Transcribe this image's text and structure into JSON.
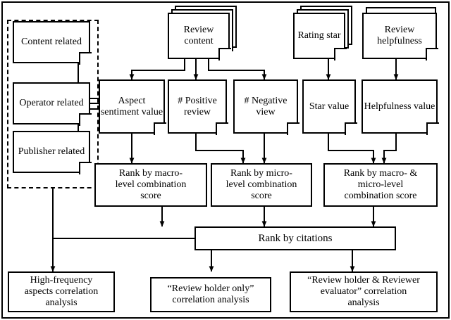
{
  "diagram": {
    "title": "Review analysis framework flowchart",
    "colors": {
      "line": "#000000",
      "fill": "#ffffff"
    },
    "groups": {
      "related_group_label": "dashed-group"
    },
    "sources": [
      {
        "id": "review-content",
        "label": "Review\ncontent",
        "stacked": true
      },
      {
        "id": "rating-star",
        "label": "Rating\nstar",
        "stacked": true
      },
      {
        "id": "review-helpfulness",
        "label": "Review\nhelpfulness",
        "stacked": true
      }
    ],
    "related": [
      {
        "id": "content-related",
        "label": "Content\nrelated"
      },
      {
        "id": "operator-related",
        "label": "Operator\nrelated"
      },
      {
        "id": "publisher-related",
        "label": "Publisher\nrelated"
      }
    ],
    "metrics": [
      {
        "id": "aspect-sentiment-value",
        "label": "Aspect\nsentiment\nvalue"
      },
      {
        "id": "positive-review",
        "label": "#\nPositive\nreview"
      },
      {
        "id": "negative-view",
        "label": "# Negative\nview"
      },
      {
        "id": "star-value",
        "label": "Star\nvalue"
      },
      {
        "id": "helpfulness-value",
        "label": "Helpfulness\nvalue"
      }
    ],
    "ranks": [
      {
        "id": "rank-macro",
        "label": "Rank by macro-\nlevel combination\nscore"
      },
      {
        "id": "rank-micro",
        "label": "Rank by micro-\nlevel combination\nscore"
      },
      {
        "id": "rank-macro-micro",
        "label": "Rank by macro- &\nmicro-level\ncombination score"
      }
    ],
    "rank_citations": {
      "id": "rank-by-citations",
      "label": "Rank by citations"
    },
    "outputs": [
      {
        "id": "high-frequency-aspects",
        "label": "High-frequency\naspects correlation\nanalysis"
      },
      {
        "id": "review-holder-only",
        "label": "“Review holder only”\ncorrelation analysis"
      },
      {
        "id": "review-holder-reviewer",
        "label": "“Review holder & Reviewer\nevaluator” correlation\nanalysis"
      }
    ]
  }
}
